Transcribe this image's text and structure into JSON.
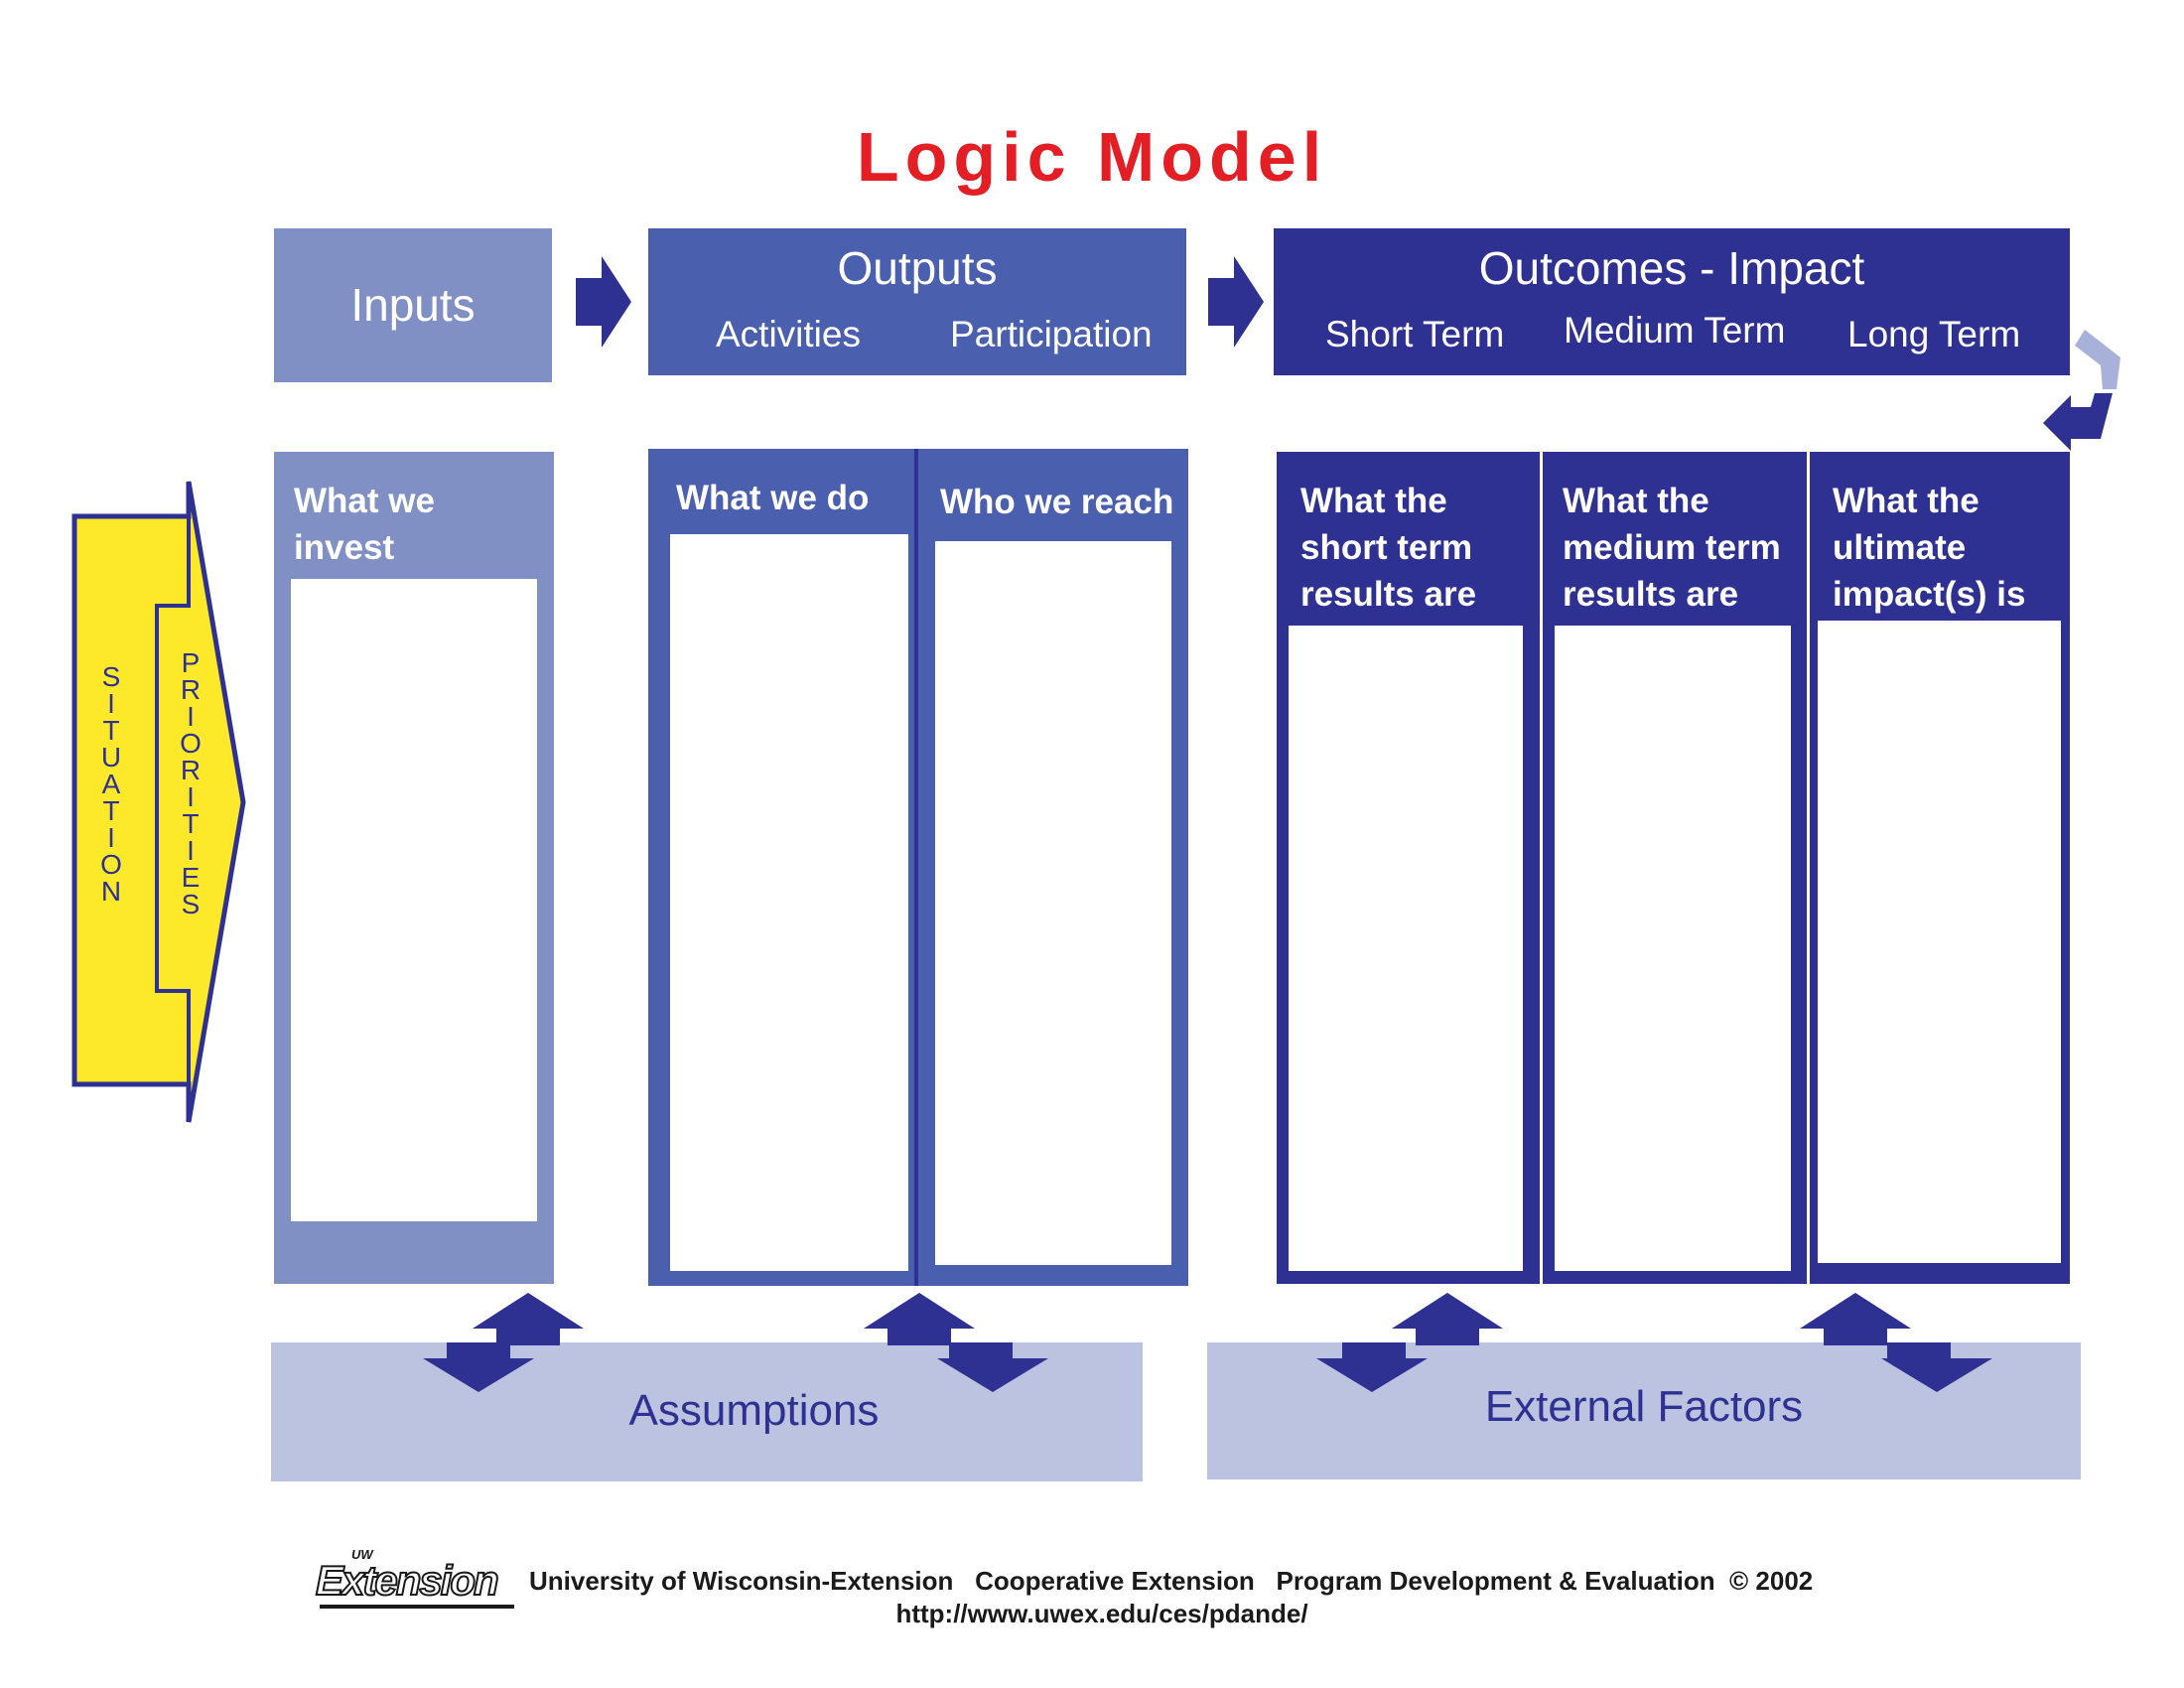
{
  "title": "Logic Model",
  "headers": {
    "inputs": "Inputs",
    "outputs": {
      "title": "Outputs",
      "sub": [
        "Activities",
        "Participation"
      ]
    },
    "outcomes": {
      "title": "Outcomes - Impact",
      "sub": [
        "Short Term",
        "Medium Term",
        "Long Term"
      ]
    }
  },
  "columns": {
    "inputs": "What we invest",
    "activities": "What we do",
    "participation": "Who we reach",
    "short_term": "What the short term results are",
    "medium_term": "What the medium term results are",
    "long_term": "What the ultimate impact(s) is"
  },
  "side": {
    "situation": "SITUATION",
    "priorities": "PRIORITIES"
  },
  "banners": {
    "assumptions": "Assumptions",
    "external": "External Factors"
  },
  "footer": {
    "logo_small": "UW",
    "logo": "Extension",
    "line1": "University of Wisconsin-Extension   Cooperative Extension   Program Development & Evaluation  © 2002",
    "url": "http://www.uwex.edu/ces/pdande/"
  },
  "colors": {
    "title": "#e31e24",
    "inputs": "#8190c4",
    "outputs": "#4a5fae",
    "outcomes": "#2e3192",
    "banner": "#bcc3e0",
    "situation": "#fde92a"
  }
}
